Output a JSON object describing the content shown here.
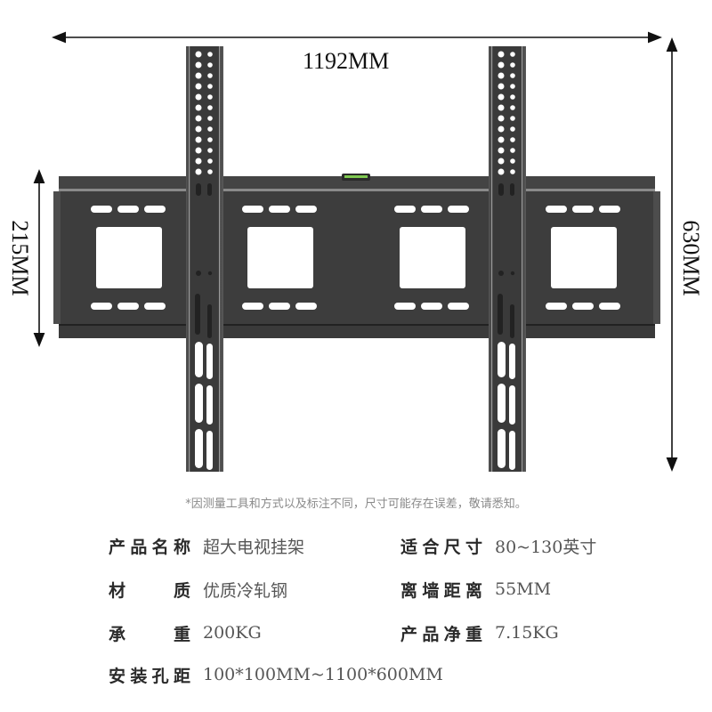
{
  "dimensions": {
    "width_label": "1192MM",
    "frame_height_label": "215MM",
    "total_height_label": "630MM"
  },
  "colors": {
    "bracket": "#3f3f3f",
    "bracket_dark": "#2e2e2e",
    "bracket_edge": "#6a6a6a",
    "level_bubble": "#4caf50",
    "background": "#ffffff"
  },
  "disclaimer": "*因测量工具和方式以及标注不同，尺寸可能存在误差，敬请悉知。",
  "specs": [
    {
      "key": "产品名称",
      "value": "超大电视挂架"
    },
    {
      "key": "适合尺寸",
      "value": "80~130英寸"
    },
    {
      "key": "材　　质",
      "value": "优质冷轧钢"
    },
    {
      "key": "离墙距离",
      "value": "55MM"
    },
    {
      "key": "承　　重",
      "value": "200KG"
    },
    {
      "key": "产品净重",
      "value": "7.15KG"
    },
    {
      "key": "安装孔距",
      "value": "100*100MM~1100*600MM"
    }
  ]
}
